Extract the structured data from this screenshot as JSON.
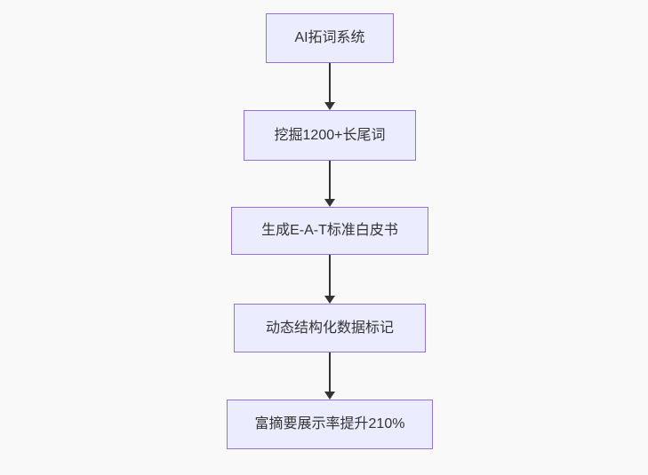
{
  "diagram": {
    "type": "flowchart",
    "direction": "top-down",
    "nodes": [
      {
        "id": "node-1",
        "label": "AI拓词系统"
      },
      {
        "id": "node-2",
        "label": "挖掘1200+长尾词"
      },
      {
        "id": "node-3",
        "label": "生成E-A-T标准白皮书"
      },
      {
        "id": "node-4",
        "label": "动态结构化数据标记"
      },
      {
        "id": "node-5",
        "label": "富摘要展示率提升210%"
      }
    ],
    "edges": [
      {
        "from": "node-1",
        "to": "node-2",
        "style": "arrow-down"
      },
      {
        "from": "node-2",
        "to": "node-3",
        "style": "arrow-down"
      },
      {
        "from": "node-3",
        "to": "node-4",
        "style": "arrow-down"
      },
      {
        "from": "node-4",
        "to": "node-5",
        "style": "arrow-down"
      }
    ]
  },
  "colors": {
    "background": "#f9f9f9",
    "node_fill": "#ECECFF",
    "node_border": "#9370DB",
    "edge": "#333333",
    "text": "#333333"
  }
}
